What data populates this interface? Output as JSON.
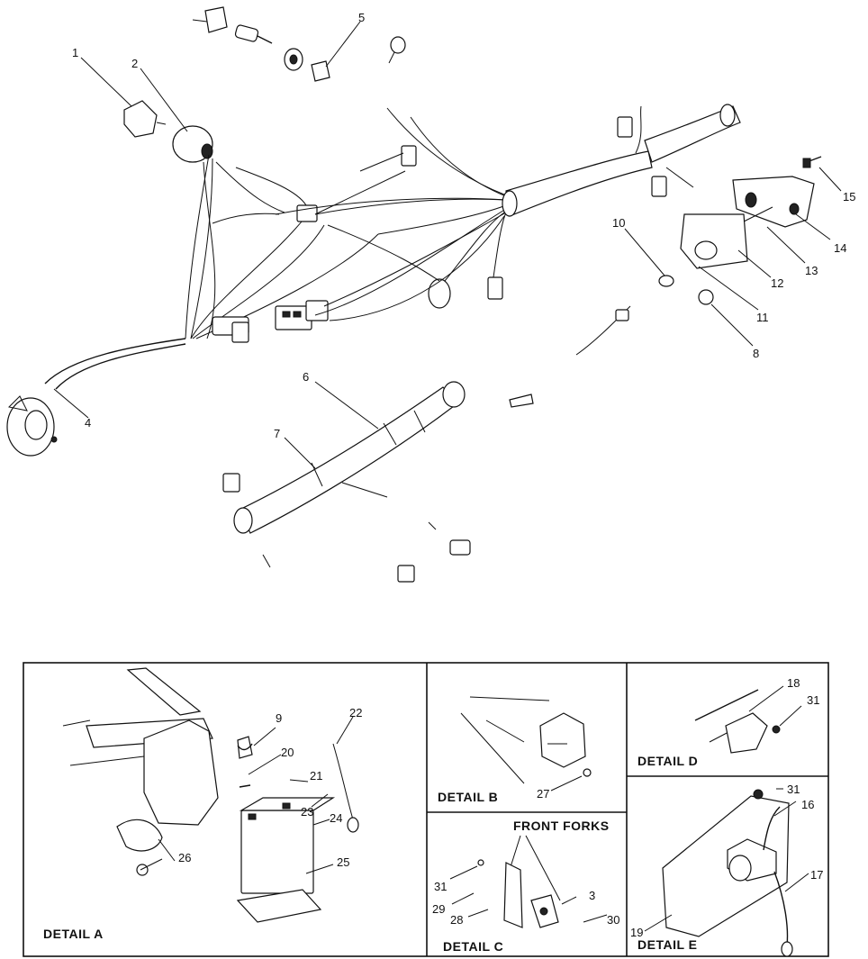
{
  "callouts": {
    "c1": "1",
    "c2": "2",
    "c3": "3",
    "c4": "4",
    "c5": "5",
    "c6": "6",
    "c7": "7",
    "c8": "8",
    "c9": "9",
    "c10": "10",
    "c11": "11",
    "c12": "12",
    "c13": "13",
    "c14": "14",
    "c15": "15",
    "c16": "16",
    "c17": "17",
    "c18": "18",
    "c19": "19",
    "c20": "20",
    "c21": "21",
    "c22": "22",
    "c23": "23",
    "c24": "24",
    "c25": "25",
    "c26": "26",
    "c27": "27",
    "c28": "28",
    "c29": "29",
    "c30": "30",
    "c31a": "31",
    "c31b": "31",
    "c31c": "31"
  },
  "details": {
    "a": "DETAIL A",
    "b": "DETAIL B",
    "c": "DETAIL C",
    "d": "DETAIL D",
    "e": "DETAIL E",
    "front_forks": "FRONT FORKS"
  }
}
